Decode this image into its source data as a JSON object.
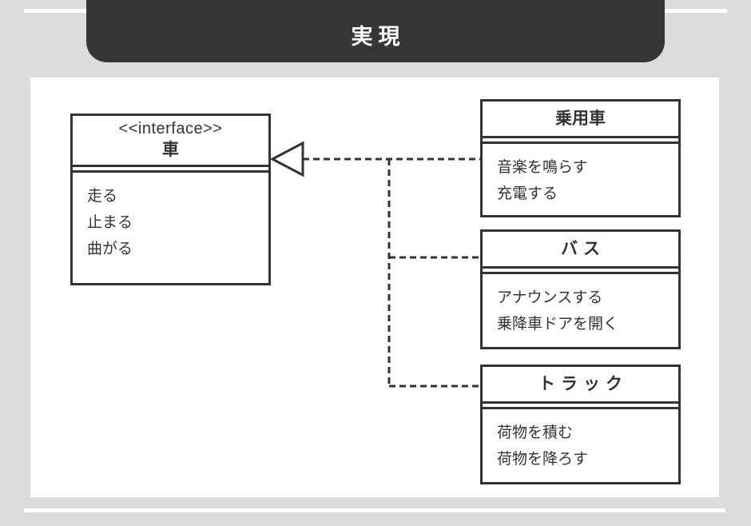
{
  "header": {
    "title": "実現"
  },
  "diagram": {
    "interface_box": {
      "stereotype": "<<interface>>",
      "name": "車",
      "operations": [
        "走る",
        "止まる",
        "曲がる"
      ]
    },
    "classes": [
      {
        "name": "乗用車",
        "operations": [
          "音楽を鳴らす",
          "充電する"
        ]
      },
      {
        "name": "バス",
        "operations": [
          "アナウンスする",
          "乗降車ドアを開く"
        ]
      },
      {
        "name": "トラック",
        "operations": [
          "荷物を積む",
          "荷物を降ろす"
        ]
      }
    ],
    "relationship": {
      "kind": "realization",
      "arrow": "hollow-triangle",
      "line_style": "dashed"
    }
  },
  "colors": {
    "page_background": "#dcdcdc",
    "panel_background": "#ffffff",
    "banner_background": "#363636",
    "banner_text": "#ffffff",
    "stroke": "#333333",
    "rule": "#ffffff"
  }
}
